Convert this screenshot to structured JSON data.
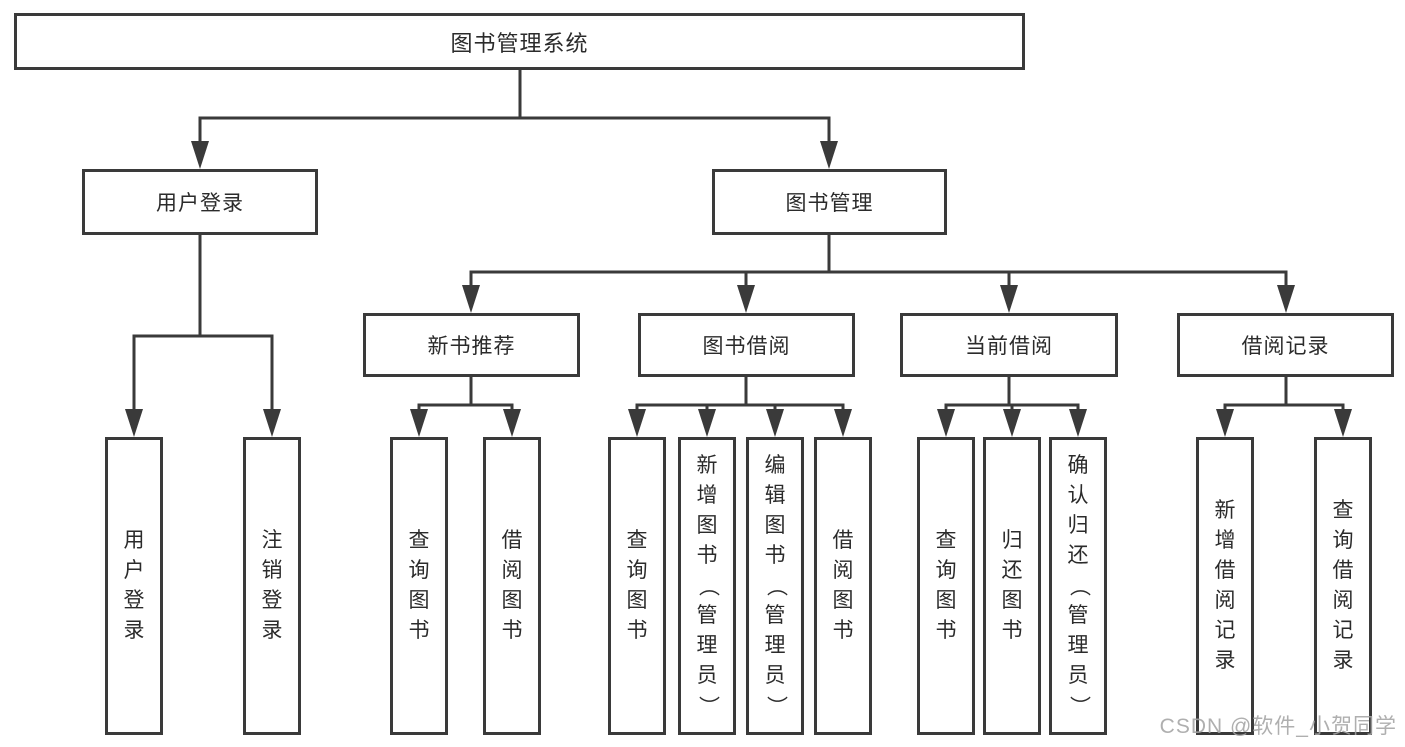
{
  "tree": {
    "root": {
      "label": "图书管理系统"
    },
    "branches": [
      {
        "label": "用户登录",
        "leaves": [
          {
            "label": "用户登录"
          },
          {
            "label": "注销登录"
          }
        ]
      },
      {
        "label": "图书管理",
        "sections": [
          {
            "label": "新书推荐",
            "leaves": [
              {
                "label": "查询图书"
              },
              {
                "label": "借阅图书"
              }
            ]
          },
          {
            "label": "图书借阅",
            "leaves": [
              {
                "label": "查询图书"
              },
              {
                "label": "新增图书（管理员）"
              },
              {
                "label": "编辑图书（管理员）"
              },
              {
                "label": "借阅图书"
              }
            ]
          },
          {
            "label": "当前借阅",
            "leaves": [
              {
                "label": "查询图书"
              },
              {
                "label": "归还图书"
              },
              {
                "label": "确认归还（管理员）"
              }
            ]
          },
          {
            "label": "借阅记录",
            "leaves": [
              {
                "label": "新增借阅记录"
              },
              {
                "label": "查询借阅记录"
              }
            ]
          }
        ]
      }
    ]
  },
  "watermark": {
    "text": "CSDN @软件_小贺同学"
  },
  "colors": {
    "line": "#3a3a3a",
    "text": "#2b2b2b",
    "background": "#ffffff",
    "watermark": "#a4a4a4"
  }
}
